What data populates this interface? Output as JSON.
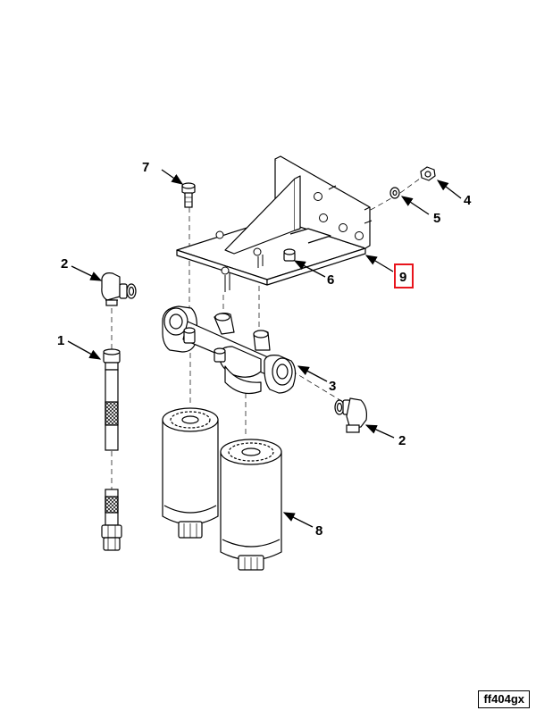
{
  "figure_id": "ff404gx",
  "highlight_color": "#e8141c",
  "highlighted_callout": "9",
  "callouts": [
    "1",
    "2",
    "2",
    "3",
    "4",
    "5",
    "6",
    "7",
    "8",
    "9"
  ]
}
